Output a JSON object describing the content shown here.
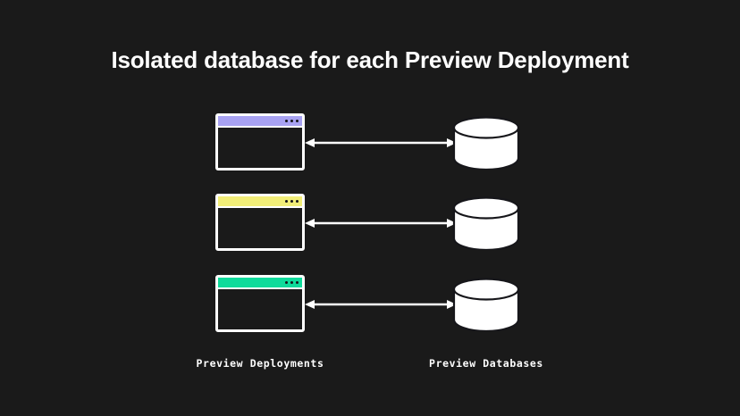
{
  "slide": {
    "title": "Isolated database for each Preview Deployment",
    "background_color": "#1a1a1a",
    "text_color": "#ffffff"
  },
  "diagram": {
    "type": "architecture-diagram",
    "description": "Three preview deployment browser windows each connected by a bidirectional arrow to its own isolated preview database cylinder",
    "pairs": [
      {
        "index": 1,
        "window": {
          "name": "preview-deployment-window",
          "titlebar_color": "#a8a2f2",
          "dot_color": "#16161a",
          "dot_count": 3,
          "border_color": "#ffffff",
          "body_color": "#1a1a1a"
        },
        "connector": {
          "name": "bidirectional-arrow",
          "color": "#ffffff",
          "direction": "both"
        },
        "database": {
          "name": "preview-database-cylinder",
          "fill_color": "#ffffff",
          "outline_color": "#16161a"
        }
      },
      {
        "index": 2,
        "window": {
          "name": "preview-deployment-window",
          "titlebar_color": "#f2ee78",
          "dot_color": "#16161a",
          "dot_count": 3,
          "border_color": "#ffffff",
          "body_color": "#1a1a1a"
        },
        "connector": {
          "name": "bidirectional-arrow",
          "color": "#ffffff",
          "direction": "both"
        },
        "database": {
          "name": "preview-database-cylinder",
          "fill_color": "#ffffff",
          "outline_color": "#16161a"
        }
      },
      {
        "index": 3,
        "window": {
          "name": "preview-deployment-window",
          "titlebar_color": "#0fdb9b",
          "dot_color": "#16161a",
          "dot_count": 3,
          "border_color": "#ffffff",
          "body_color": "#1a1a1a"
        },
        "connector": {
          "name": "bidirectional-arrow",
          "color": "#ffffff",
          "direction": "both"
        },
        "database": {
          "name": "preview-database-cylinder",
          "fill_color": "#ffffff",
          "outline_color": "#16161a"
        }
      }
    ]
  },
  "captions": {
    "left": "Preview Deployments",
    "right": "Preview Databases"
  }
}
